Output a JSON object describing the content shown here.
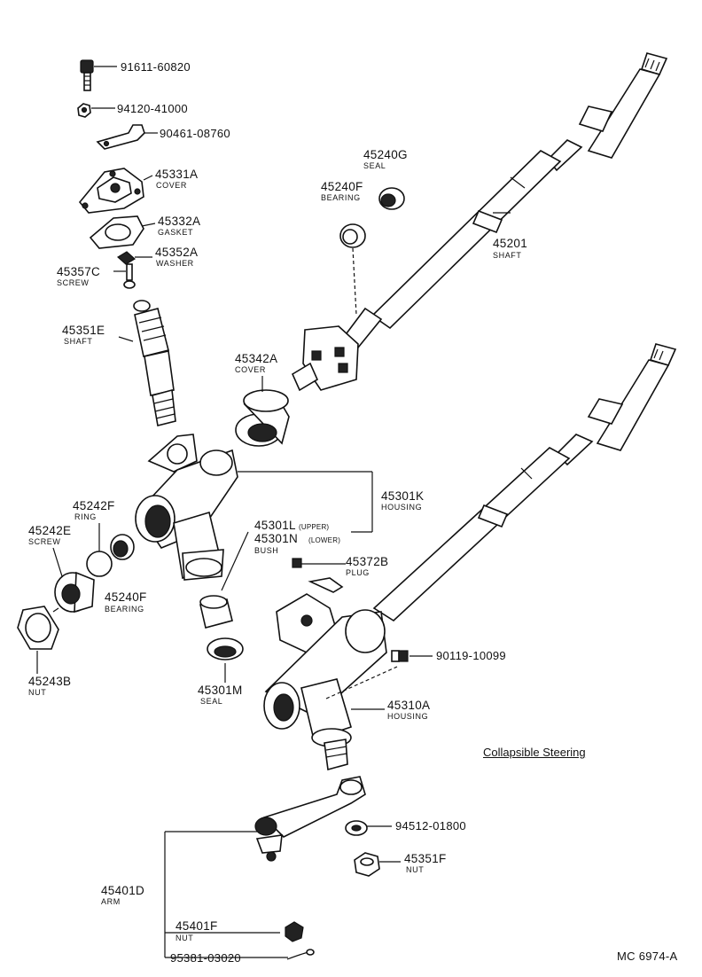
{
  "title": "Collapsible Steering",
  "figure_code": "MC 6974-A",
  "parts": [
    {
      "key": "p91611",
      "number": "91611-60820",
      "name": ""
    },
    {
      "key": "p94120",
      "number": "94120-41000",
      "name": ""
    },
    {
      "key": "p90461",
      "number": "90461-08760",
      "name": ""
    },
    {
      "key": "p45331A",
      "number": "45331A",
      "name": "COVER"
    },
    {
      "key": "p45332A",
      "number": "45332A",
      "name": "GASKET"
    },
    {
      "key": "p45352A",
      "number": "45352A",
      "name": "WASHER"
    },
    {
      "key": "p45357C",
      "number": "45357C",
      "name": "SCREW"
    },
    {
      "key": "p45351E",
      "number": "45351E",
      "name": "SHAFT"
    },
    {
      "key": "p45240G",
      "number": "45240G",
      "name": "SEAL"
    },
    {
      "key": "p45240Ftop",
      "number": "45240F",
      "name": "BEARING"
    },
    {
      "key": "p45201",
      "number": "45201",
      "name": "SHAFT"
    },
    {
      "key": "p45342A",
      "number": "45342A",
      "name": "COVER"
    },
    {
      "key": "p45301K",
      "number": "45301K",
      "name": "HOUSING"
    },
    {
      "key": "p45242F",
      "number": "45242F",
      "name": "RING"
    },
    {
      "key": "p45242E",
      "number": "45242E",
      "name": "SCREW"
    },
    {
      "key": "p45240Flow",
      "number": "45240F",
      "name": "BEARING"
    },
    {
      "key": "p45243B",
      "number": "45243B",
      "name": "NUT"
    },
    {
      "key": "p45301L",
      "number": "45301L",
      "name": "(UPPER)"
    },
    {
      "key": "p45301N",
      "number": "45301N",
      "name": "(LOWER)"
    },
    {
      "key": "pBush",
      "number": "",
      "name": "BUSH"
    },
    {
      "key": "p45372B",
      "number": "45372B",
      "name": "PLUG"
    },
    {
      "key": "p45301M",
      "number": "45301M",
      "name": "SEAL"
    },
    {
      "key": "p90119",
      "number": "90119-10099",
      "name": ""
    },
    {
      "key": "p45310A",
      "number": "45310A",
      "name": "HOUSING"
    },
    {
      "key": "p94512",
      "number": "94512-01800",
      "name": ""
    },
    {
      "key": "p45351F",
      "number": "45351F",
      "name": "NUT"
    },
    {
      "key": "p45401D",
      "number": "45401D",
      "name": "ARM"
    },
    {
      "key": "p45401F",
      "number": "45401F",
      "name": "NUT"
    },
    {
      "key": "p95381",
      "number": "95381-03020",
      "name": ""
    }
  ],
  "labels": {
    "p91611": "91611-60820",
    "p94120": "94120-41000",
    "p90461": "90461-08760",
    "p45331A": "45331A",
    "p45331A_sub": "COVER",
    "p45332A": "45332A",
    "p45332A_sub": "GASKET",
    "p45352A": "45352A",
    "p45352A_sub": "WASHER",
    "p45357C": "45357C",
    "p45357C_sub": "SCREW",
    "p45351E": "45351E",
    "p45351E_sub": "SHAFT",
    "p45240G": "45240G",
    "p45240G_sub": "SEAL",
    "p45240Ftop": "45240F",
    "p45240Ftop_sub": "BEARING",
    "p45201": "45201",
    "p45201_sub": "SHAFT",
    "p45342A": "45342A",
    "p45342A_sub": "COVER",
    "p45301K": "45301K",
    "p45301K_sub": "HOUSING",
    "p45242F": "45242F",
    "p45242F_sub": "RING",
    "p45242E": "45242E",
    "p45242E_sub": "SCREW",
    "p45240Flow": "45240F",
    "p45240Flow_sub": "BEARING",
    "p45243B": "45243B",
    "p45243B_sub": "NUT",
    "p45301L": "45301L",
    "p45301L_sub": "(UPPER)",
    "p45301N": "45301N",
    "p45301N_sub": "(LOWER)",
    "pBush_sub": "BUSH",
    "p45372B": "45372B",
    "p45372B_sub": "PLUG",
    "p45301M": "45301M",
    "p45301M_sub": "SEAL",
    "p90119": "90119-10099",
    "p45310A": "45310A",
    "p45310A_sub": "HOUSING",
    "p94512": "94512-01800",
    "p45351F": "45351F",
    "p45351F_sub": "NUT",
    "p45401D": "45401D",
    "p45401D_sub": "ARM",
    "p45401F": "45401F",
    "p45401F_sub": "NUT",
    "p95381": "95381-03020"
  }
}
